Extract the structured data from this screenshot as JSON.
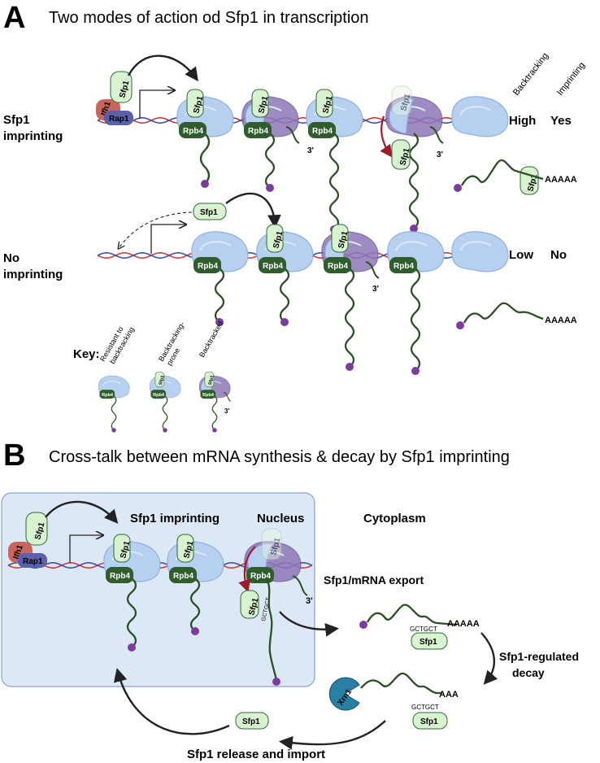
{
  "panelA": {
    "letter": "A",
    "title": "Two modes of action od Sfp1 in transcription",
    "row1": {
      "label_line1": "Sfp1",
      "label_line2": "imprinting",
      "backtracking": "High",
      "imprinting": "Yes"
    },
    "row2": {
      "label_line1": "No",
      "label_line2": "imprinting",
      "backtracking": "Low",
      "imprinting": "No"
    },
    "col_headers": {
      "backtracking": "Backtracking",
      "imprinting": "Imprinting"
    },
    "polyA": "AAAAA",
    "three_prime": "3'",
    "key": {
      "label": "Key:",
      "resistant_line1": "Resistant to",
      "resistant_line2": "backtracking",
      "prone_line1": "Backtracking-",
      "prone_line2": "prone",
      "backtracked": "Backtracked"
    }
  },
  "panelB": {
    "letter": "B",
    "title": "Cross-talk between mRNA synthesis & decay by Sfp1 imprinting",
    "imprinting_label": "Sfp1 imprinting",
    "nucleus": "Nucleus",
    "cytoplasm": "Cytoplasm",
    "export": "Sfp1/mRNA export",
    "decay_line1": "Sfp1-regulated",
    "decay_line2": "decay",
    "release": "Sfp1 release and import",
    "motif": "GCTGCT",
    "polyA_long": "AAAAA",
    "polyA_short": "AAA",
    "three_prime": "3'"
  },
  "proteins": {
    "sfp1": "Sfp1",
    "rpb4": "Rpb4",
    "ifh1": "Ifh1",
    "rap1": "Rap1",
    "xrn1": "Xrn1"
  },
  "colors": {
    "green_text": "#1aa55a",
    "red_text": "#e02020",
    "dark_red": "#b0191e",
    "rpb4": "#2f5d2c",
    "sfp1_fill": "#d9f2cf",
    "pol_blue": "#b7d0ef",
    "pol_purple": "#8e77b8",
    "nucleus_bg": "#dce8f6",
    "xrn1": "#2a7fa5"
  }
}
